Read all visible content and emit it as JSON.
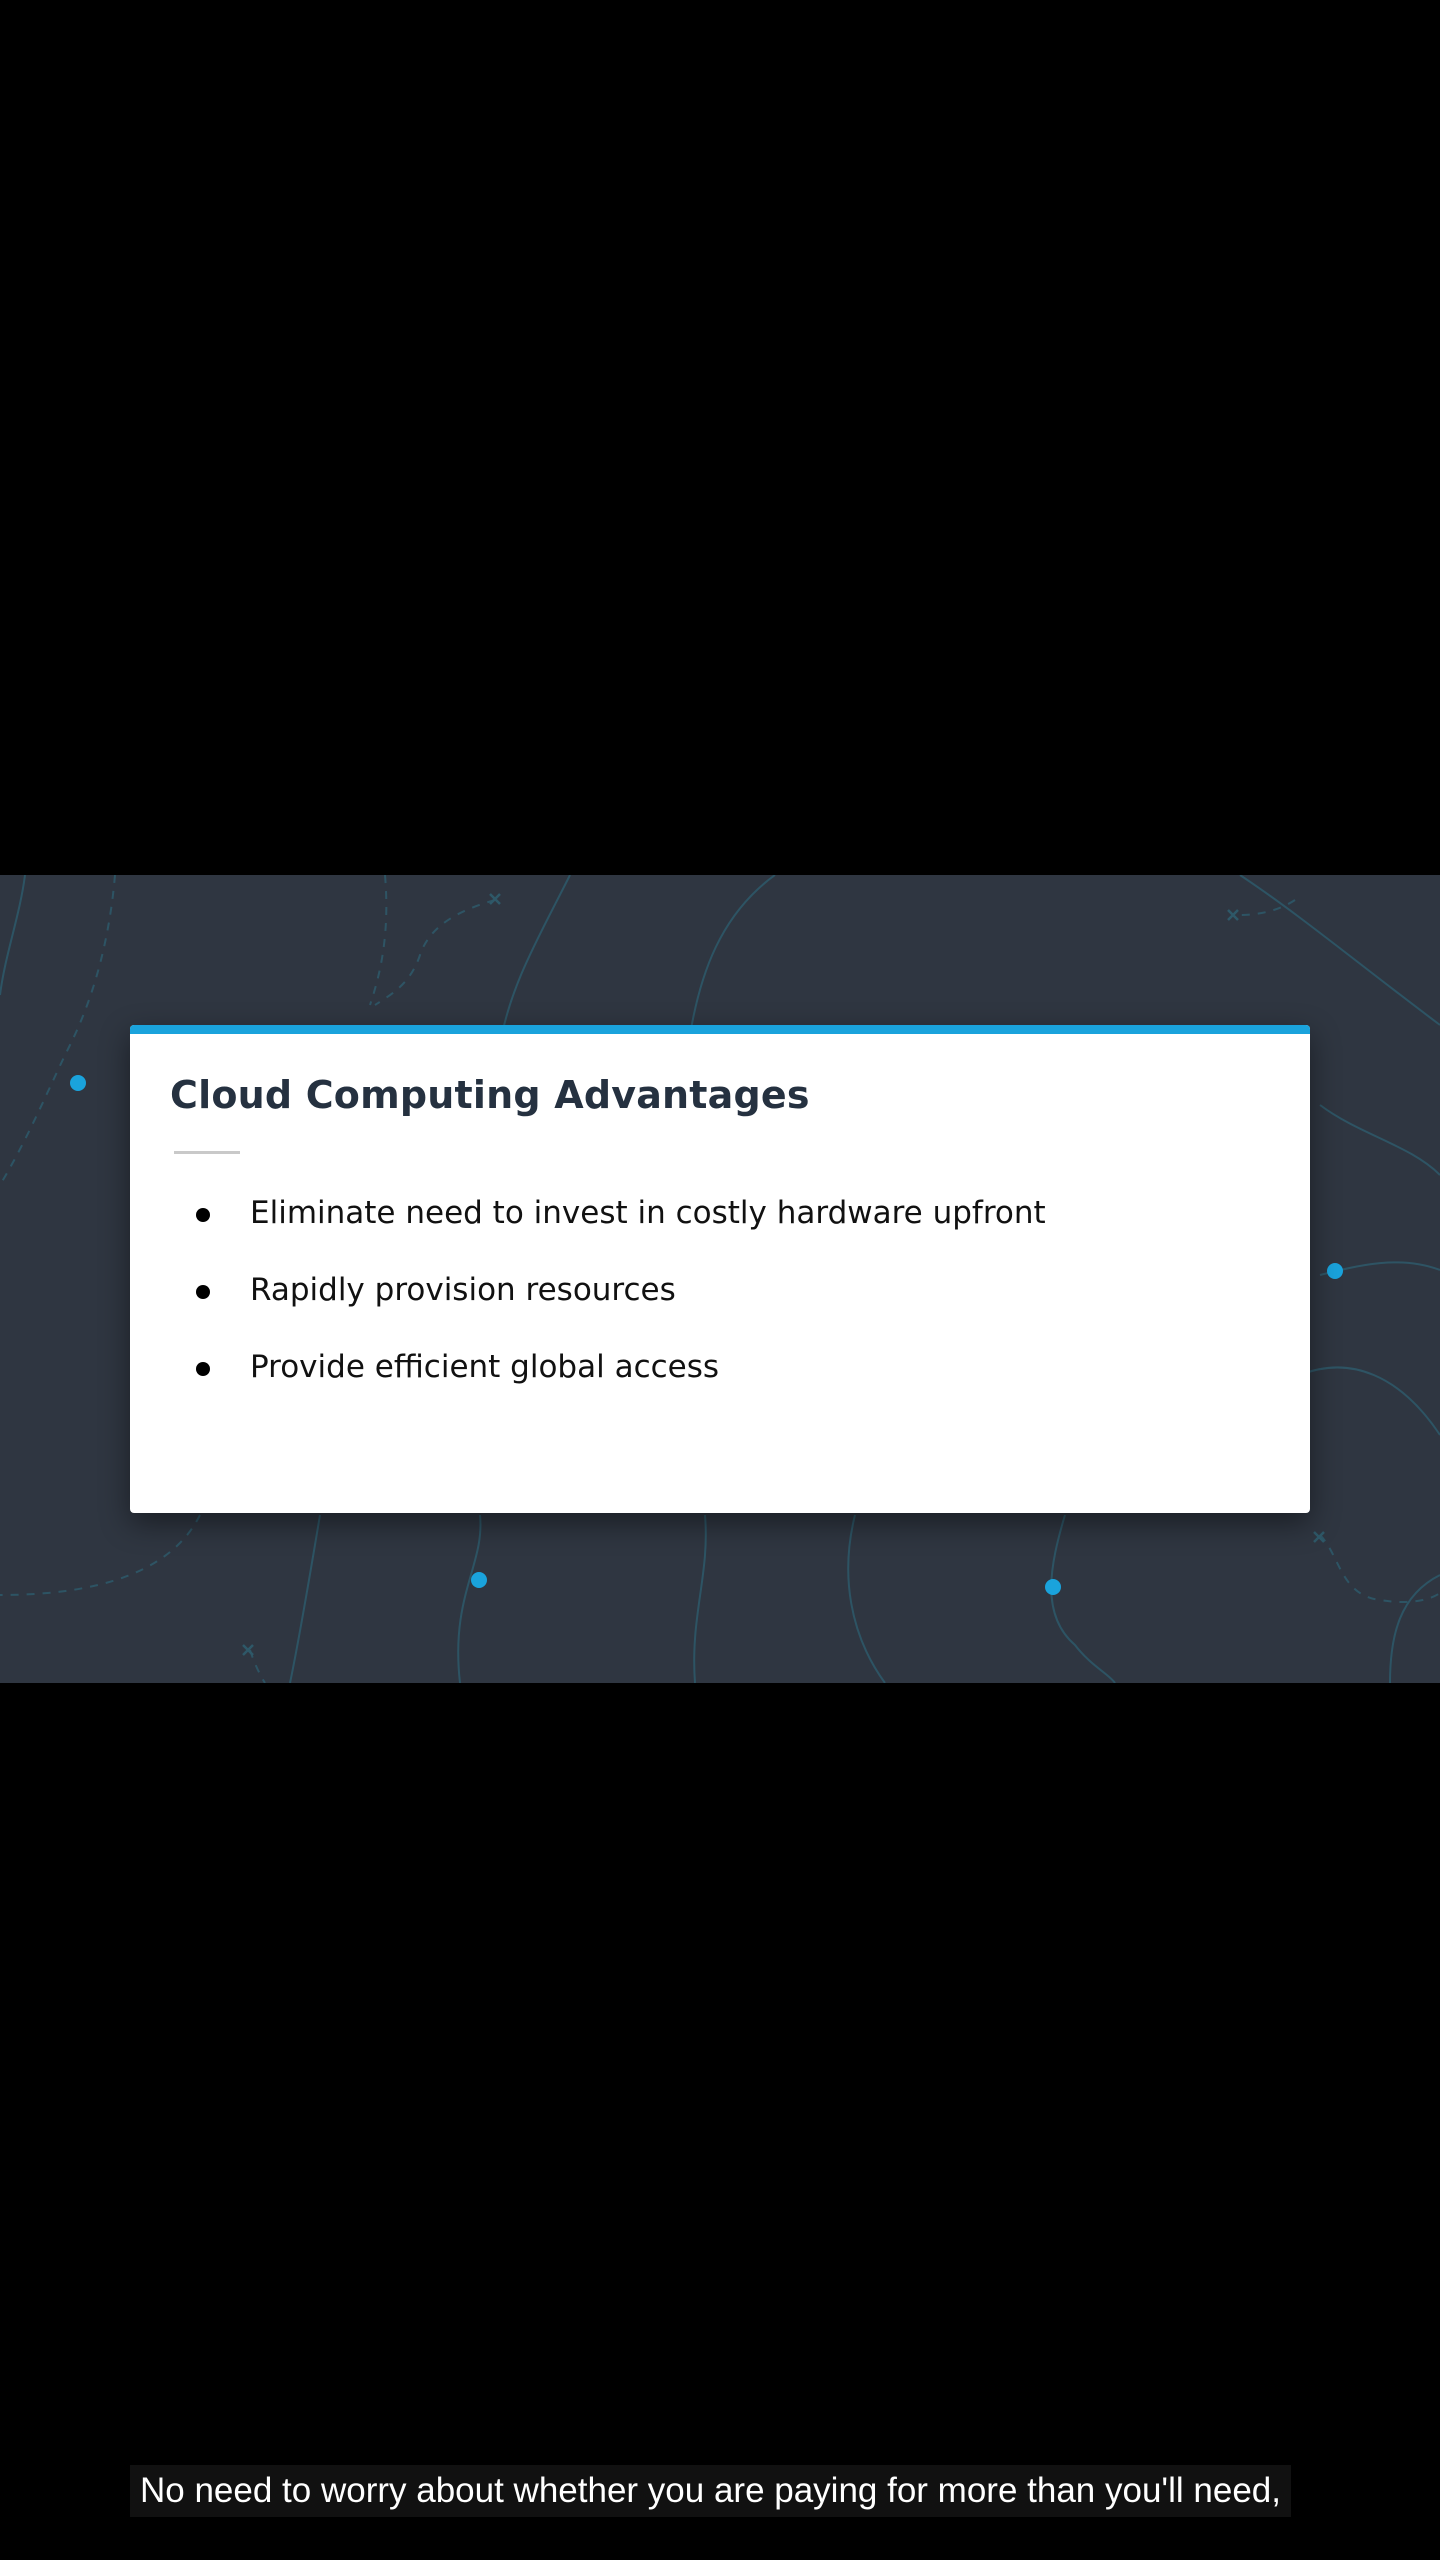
{
  "slide": {
    "title": "Cloud Computing Advantages",
    "bullets": [
      "Eliminate need to invest in costly hardware upfront",
      "Rapidly provision resources",
      "Provide efficient global access"
    ]
  },
  "caption": {
    "text": "No need to worry about whether you are paying for more than you'll need,"
  },
  "colors": {
    "accent": "#1aa3dc",
    "slide_background": "#2f3641",
    "title_color": "#253140",
    "letterbox": "#000000"
  },
  "icons": {
    "bullet": "bullet-dot-icon",
    "decor_node": "blue-node-icon",
    "decor_cross": "cross-mark-icon"
  }
}
